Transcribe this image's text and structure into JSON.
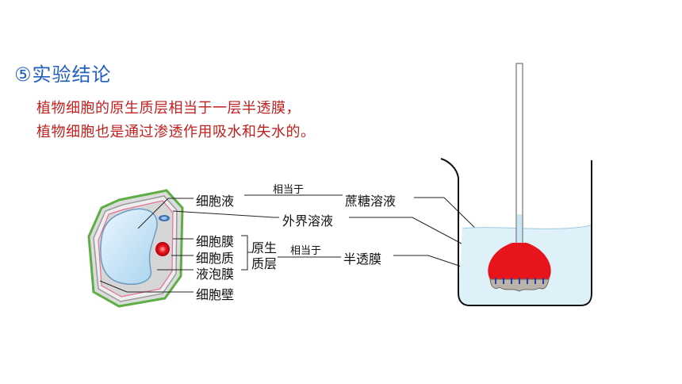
{
  "heading": {
    "number": "⑤",
    "title": "实验结论"
  },
  "conclusion": {
    "line1": "植物细胞的原生质层相当于一层半透膜，",
    "line2": "植物细胞也是通过渗透作用吸水和失水的。"
  },
  "labels": {
    "cell_sap": "细胞液",
    "equivalent_top": "相当于",
    "sucrose_solution": "蔗糖溶液",
    "external_solution": "外界溶液",
    "cell_membrane": "细胞膜",
    "cytoplasm": "细胞质",
    "tonoplast": "液泡膜",
    "protoplast_1": "原生",
    "protoplast_2": "质层",
    "equivalent_mid": "相当于",
    "semipermeable": "半透膜",
    "cell_wall": "细胞壁"
  },
  "colors": {
    "heading": "#1f5fbf",
    "conclusion_text": "#c0201e",
    "funnel": "#e8141c",
    "liquid": "#dff1f8",
    "vacuole": "#cfe8f7"
  }
}
